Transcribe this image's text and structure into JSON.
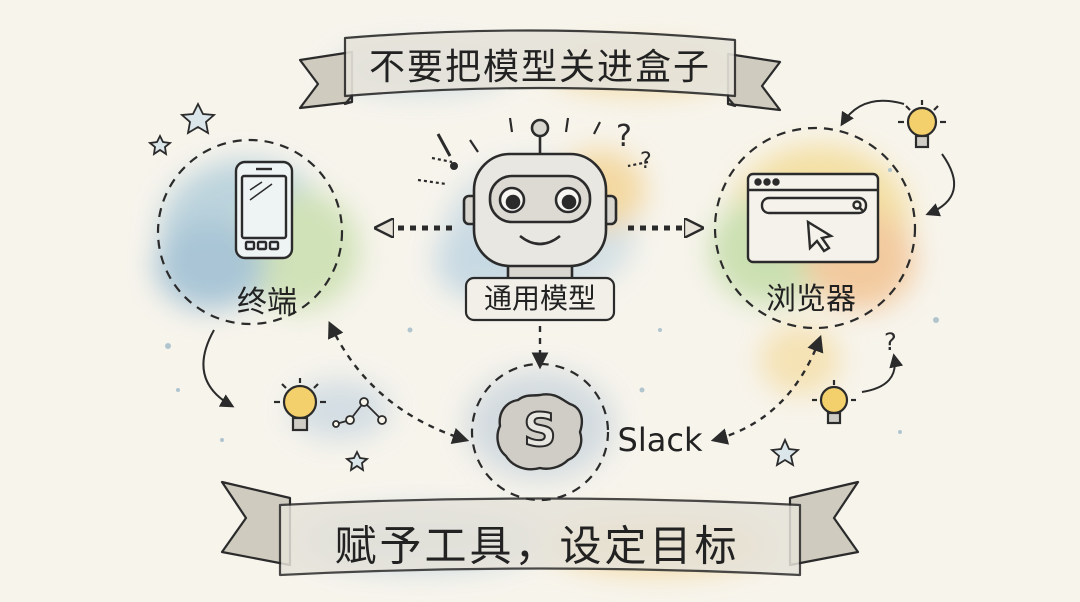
{
  "banner_top": {
    "text": "不要把模型关进盒子"
  },
  "banner_bottom": {
    "text": "赋予工具，设定目标"
  },
  "center": {
    "label": "通用模型",
    "icon": "robot-icon"
  },
  "nodes": {
    "terminal": {
      "label": "终端",
      "icon": "smartphone-icon"
    },
    "browser": {
      "label": "浏览器",
      "icon": "browser-window-icon"
    },
    "slack": {
      "label": "Slack",
      "icon": "slack-icon",
      "glyph": "S"
    }
  },
  "colors": {
    "ink": "#2b2b2b",
    "paper": "#f7f4ec",
    "ribbon": "#d9d6cc",
    "wash_blue": "#9fc3d6",
    "wash_green": "#b9d49a",
    "wash_yellow": "#f1d27a",
    "wash_orange": "#f0b27a"
  },
  "decorations": [
    "star-icon",
    "lightbulb-icon",
    "question-mark-icon",
    "exclamation-icon",
    "curved-arrow-icon"
  ]
}
